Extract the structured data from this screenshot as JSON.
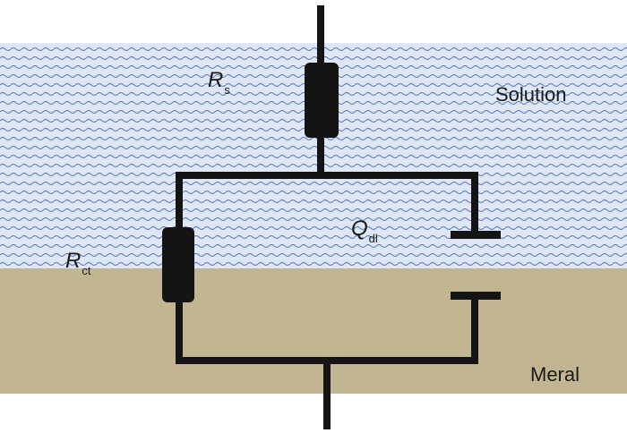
{
  "colors": {
    "solution_fill": "#dfe6f4",
    "solution_wave": "#5f7fc4",
    "metal_fill": "#c2b592",
    "circuit": "#141414"
  },
  "labels": {
    "rs": {
      "symbol": "R",
      "subscript": "s"
    },
    "rct": {
      "symbol": "R",
      "subscript": "ct"
    },
    "qdl": {
      "symbol": "Q",
      "subscript": "dl"
    },
    "solution": "Solution",
    "metal": "Meral"
  }
}
